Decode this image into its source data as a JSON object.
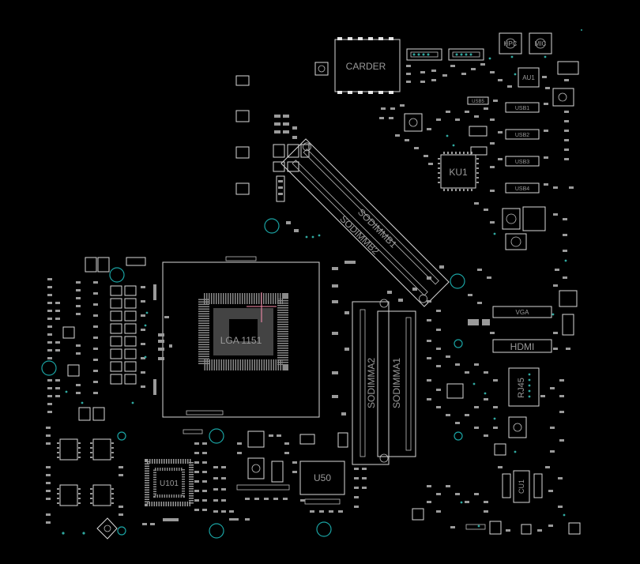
{
  "board": {
    "background": "#000000",
    "outline_color": "#d8d8d8",
    "via_color": "#2fa9a0",
    "hole_color": "#1aa3a3",
    "label_color": "#9a9a9a",
    "cursor_color": "#ff8fb0"
  },
  "labels": {
    "carder": "CARDER",
    "sodimm_b1": "SODIMMB1",
    "sodimm_b2": "SODIMMB2",
    "sodimm_a1": "SODIMMA1",
    "sodimm_a2": "SODIMMA2",
    "ku1": "KU1",
    "u50": "U50",
    "cpu": "LGA 1151",
    "hdmi": "HDMI",
    "rj45": "RJ45",
    "hpc": "HPC",
    "mic": "MIC",
    "au1": "AU1",
    "cu1": "CU1",
    "u101": "U101",
    "usb1": "USB1",
    "usb2": "USB2",
    "usb3": "USB3",
    "usb4": "USB4",
    "usb5": "USB5",
    "vga": "VGA"
  }
}
